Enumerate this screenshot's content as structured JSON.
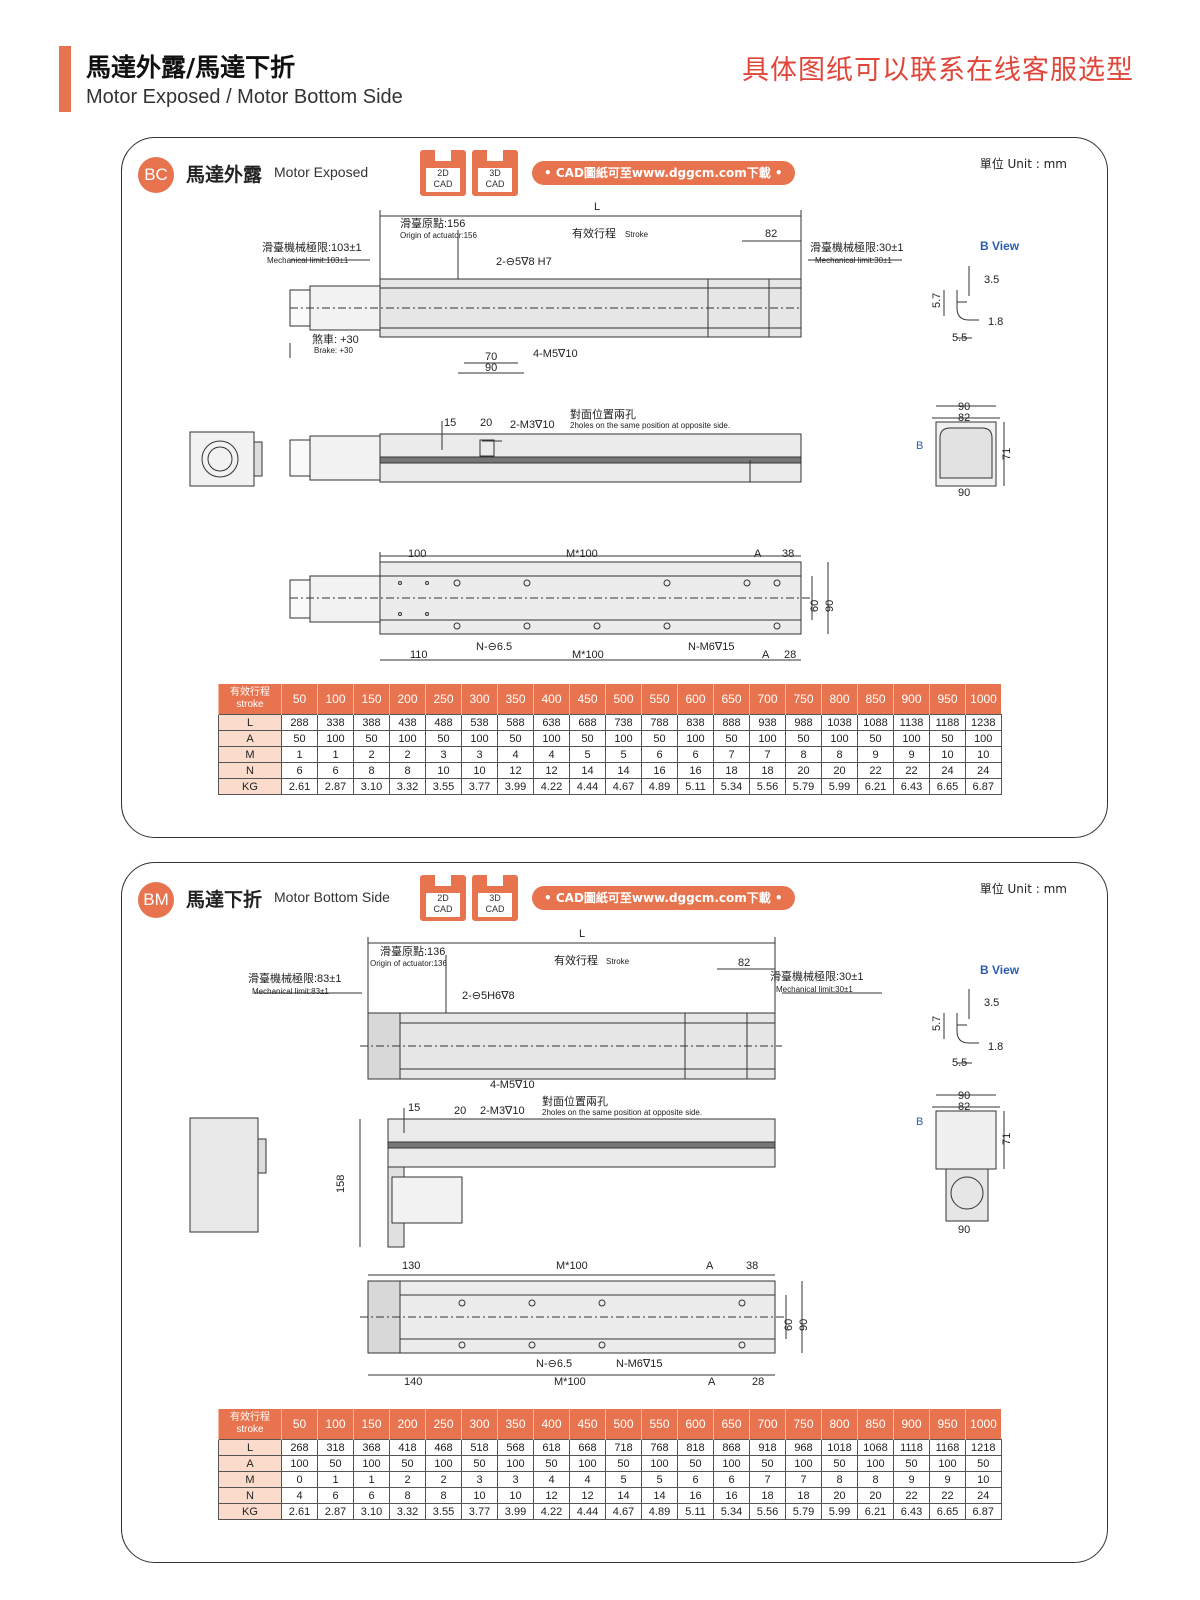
{
  "header": {
    "title": "馬達外露/馬達下折",
    "subtitle": "Motor Exposed / Motor Bottom Side",
    "note": "具体图纸可以联系在线客服选型"
  },
  "colors": {
    "accent": "#e8744f",
    "note_red": "#e0463a",
    "link_blue": "#2a5db0",
    "row_header": "#fadbcc"
  },
  "panels": [
    {
      "code": "BC",
      "title": "馬達外露",
      "title_en": "Motor Exposed",
      "unit": "單位 Unit : mm",
      "cad_2d": [
        "2D",
        "CAD"
      ],
      "cad_3d": [
        "3D",
        "CAD"
      ],
      "cad_link": "• CAD圖紙可至www.dggcm.com下載 •",
      "b_view": "B View",
      "drawing": {
        "L": "L",
        "origin": "滑臺原點:156",
        "origin_en": "Origin of actuator:156",
        "stroke": "有效行程",
        "stroke_en": "Stroke",
        "d82": "82",
        "mech_left": "滑臺機械極限:103±1",
        "mech_left_en": "Mechanical limit:103±1",
        "mech_right": "滑臺機械極限:30±1",
        "mech_right_en": "Mechanical limit:30±1",
        "pin": "2-⊖5∇8 H7",
        "brake": "煞車: +30",
        "brake_en": "Brake: +30",
        "d70": "70",
        "d90": "90",
        "m5": "4-M5∇10",
        "d15": "15",
        "d20": "20",
        "m3": "2-M3∇10",
        "opp": "對面位置兩孔",
        "opp_en": "2holes on the same position at opposite side.",
        "d100": "100",
        "m100": "M*100",
        "A": "A",
        "d38": "38",
        "d60": "60",
        "d110": "110",
        "n65": "N-⊖6.5",
        "m6": "N-M6∇15",
        "d28": "28",
        "bv_35": "3.5",
        "bv_57": "5.7",
        "bv_18": "1.8",
        "bv_55": "5.5",
        "sv_90": "90",
        "sv_82": "82",
        "sv_71": "71",
        "sv_B": "B"
      },
      "table": {
        "head_label": [
          "有效行程",
          "stroke"
        ],
        "strokes": [
          "50",
          "100",
          "150",
          "200",
          "250",
          "300",
          "350",
          "400",
          "450",
          "500",
          "550",
          "600",
          "650",
          "700",
          "750",
          "800",
          "850",
          "900",
          "950",
          "1000"
        ],
        "rows": [
          {
            "label": "L",
            "values": [
              "288",
              "338",
              "388",
              "438",
              "488",
              "538",
              "588",
              "638",
              "688",
              "738",
              "788",
              "838",
              "888",
              "938",
              "988",
              "1038",
              "1088",
              "1138",
              "1188",
              "1238"
            ]
          },
          {
            "label": "A",
            "values": [
              "50",
              "100",
              "50",
              "100",
              "50",
              "100",
              "50",
              "100",
              "50",
              "100",
              "50",
              "100",
              "50",
              "100",
              "50",
              "100",
              "50",
              "100",
              "50",
              "100"
            ]
          },
          {
            "label": "M",
            "values": [
              "1",
              "1",
              "2",
              "2",
              "3",
              "3",
              "4",
              "4",
              "5",
              "5",
              "6",
              "6",
              "7",
              "7",
              "8",
              "8",
              "9",
              "9",
              "10",
              "10"
            ]
          },
          {
            "label": "N",
            "values": [
              "6",
              "6",
              "8",
              "8",
              "10",
              "10",
              "12",
              "12",
              "14",
              "14",
              "16",
              "16",
              "18",
              "18",
              "20",
              "20",
              "22",
              "22",
              "24",
              "24"
            ]
          },
          {
            "label": "KG",
            "values": [
              "2.61",
              "2.87",
              "3.10",
              "3.32",
              "3.55",
              "3.77",
              "3.99",
              "4.22",
              "4.44",
              "4.67",
              "4.89",
              "5.11",
              "5.34",
              "5.56",
              "5.79",
              "5.99",
              "6.21",
              "6.43",
              "6.65",
              "6.87"
            ]
          }
        ]
      }
    },
    {
      "code": "BM",
      "title": "馬達下折",
      "title_en": "Motor Bottom Side",
      "unit": "單位 Unit : mm",
      "cad_2d": [
        "2D",
        "CAD"
      ],
      "cad_3d": [
        "3D",
        "CAD"
      ],
      "cad_link": "• CAD圖紙可至www.dggcm.com下載 •",
      "b_view": "B View",
      "drawing": {
        "L": "L",
        "origin": "滑臺原點:136",
        "origin_en": "Origin of actuator:136",
        "stroke": "有效行程",
        "stroke_en": "Stroke",
        "d82": "82",
        "mech_left": "滑臺機械極限:83±1",
        "mech_left_en": "Mechanical limit:83±1",
        "mech_right": "滑臺機械極限:30±1",
        "mech_right_en": "Mechanical limit:30±1",
        "pin": "2-⊖5H6∇8",
        "m5": "4-M5∇10",
        "d15": "15",
        "d20": "20",
        "m3": "2-M3∇10",
        "opp": "對面位置兩孔",
        "opp_en": "2holes on the same position at opposite side.",
        "d158": "158",
        "d130": "130",
        "m100": "M*100",
        "A": "A",
        "d38": "38",
        "d60": "60",
        "d90": "90",
        "d140": "140",
        "n65": "N-⊖6.5",
        "m6": "N-M6∇15",
        "d28": "28",
        "bv_35": "3.5",
        "bv_57": "5.7",
        "bv_18": "1.8",
        "bv_55": "5.5",
        "sv_90": "90",
        "sv_82": "82",
        "sv_71": "71",
        "sv_B": "B"
      },
      "table": {
        "head_label": [
          "有效行程",
          "stroke"
        ],
        "strokes": [
          "50",
          "100",
          "150",
          "200",
          "250",
          "300",
          "350",
          "400",
          "450",
          "500",
          "550",
          "600",
          "650",
          "700",
          "750",
          "800",
          "850",
          "900",
          "950",
          "1000"
        ],
        "rows": [
          {
            "label": "L",
            "values": [
              "268",
              "318",
              "368",
              "418",
              "468",
              "518",
              "568",
              "618",
              "668",
              "718",
              "768",
              "818",
              "868",
              "918",
              "968",
              "1018",
              "1068",
              "1118",
              "1168",
              "1218"
            ]
          },
          {
            "label": "A",
            "values": [
              "100",
              "50",
              "100",
              "50",
              "100",
              "50",
              "100",
              "50",
              "100",
              "50",
              "100",
              "50",
              "100",
              "50",
              "100",
              "50",
              "100",
              "50",
              "100",
              "50"
            ]
          },
          {
            "label": "M",
            "values": [
              "0",
              "1",
              "1",
              "2",
              "2",
              "3",
              "3",
              "4",
              "4",
              "5",
              "5",
              "6",
              "6",
              "7",
              "7",
              "8",
              "8",
              "9",
              "9",
              "10"
            ]
          },
          {
            "label": "N",
            "values": [
              "4",
              "6",
              "6",
              "8",
              "8",
              "10",
              "10",
              "12",
              "12",
              "14",
              "14",
              "16",
              "16",
              "18",
              "18",
              "20",
              "20",
              "22",
              "22",
              "24"
            ]
          },
          {
            "label": "KG",
            "values": [
              "2.61",
              "2.87",
              "3.10",
              "3.32",
              "3.55",
              "3.77",
              "3.99",
              "4.22",
              "4.44",
              "4.67",
              "4.89",
              "5.11",
              "5.34",
              "5.56",
              "5.79",
              "5.99",
              "6.21",
              "6.43",
              "6.65",
              "6.87"
            ]
          }
        ]
      }
    }
  ]
}
